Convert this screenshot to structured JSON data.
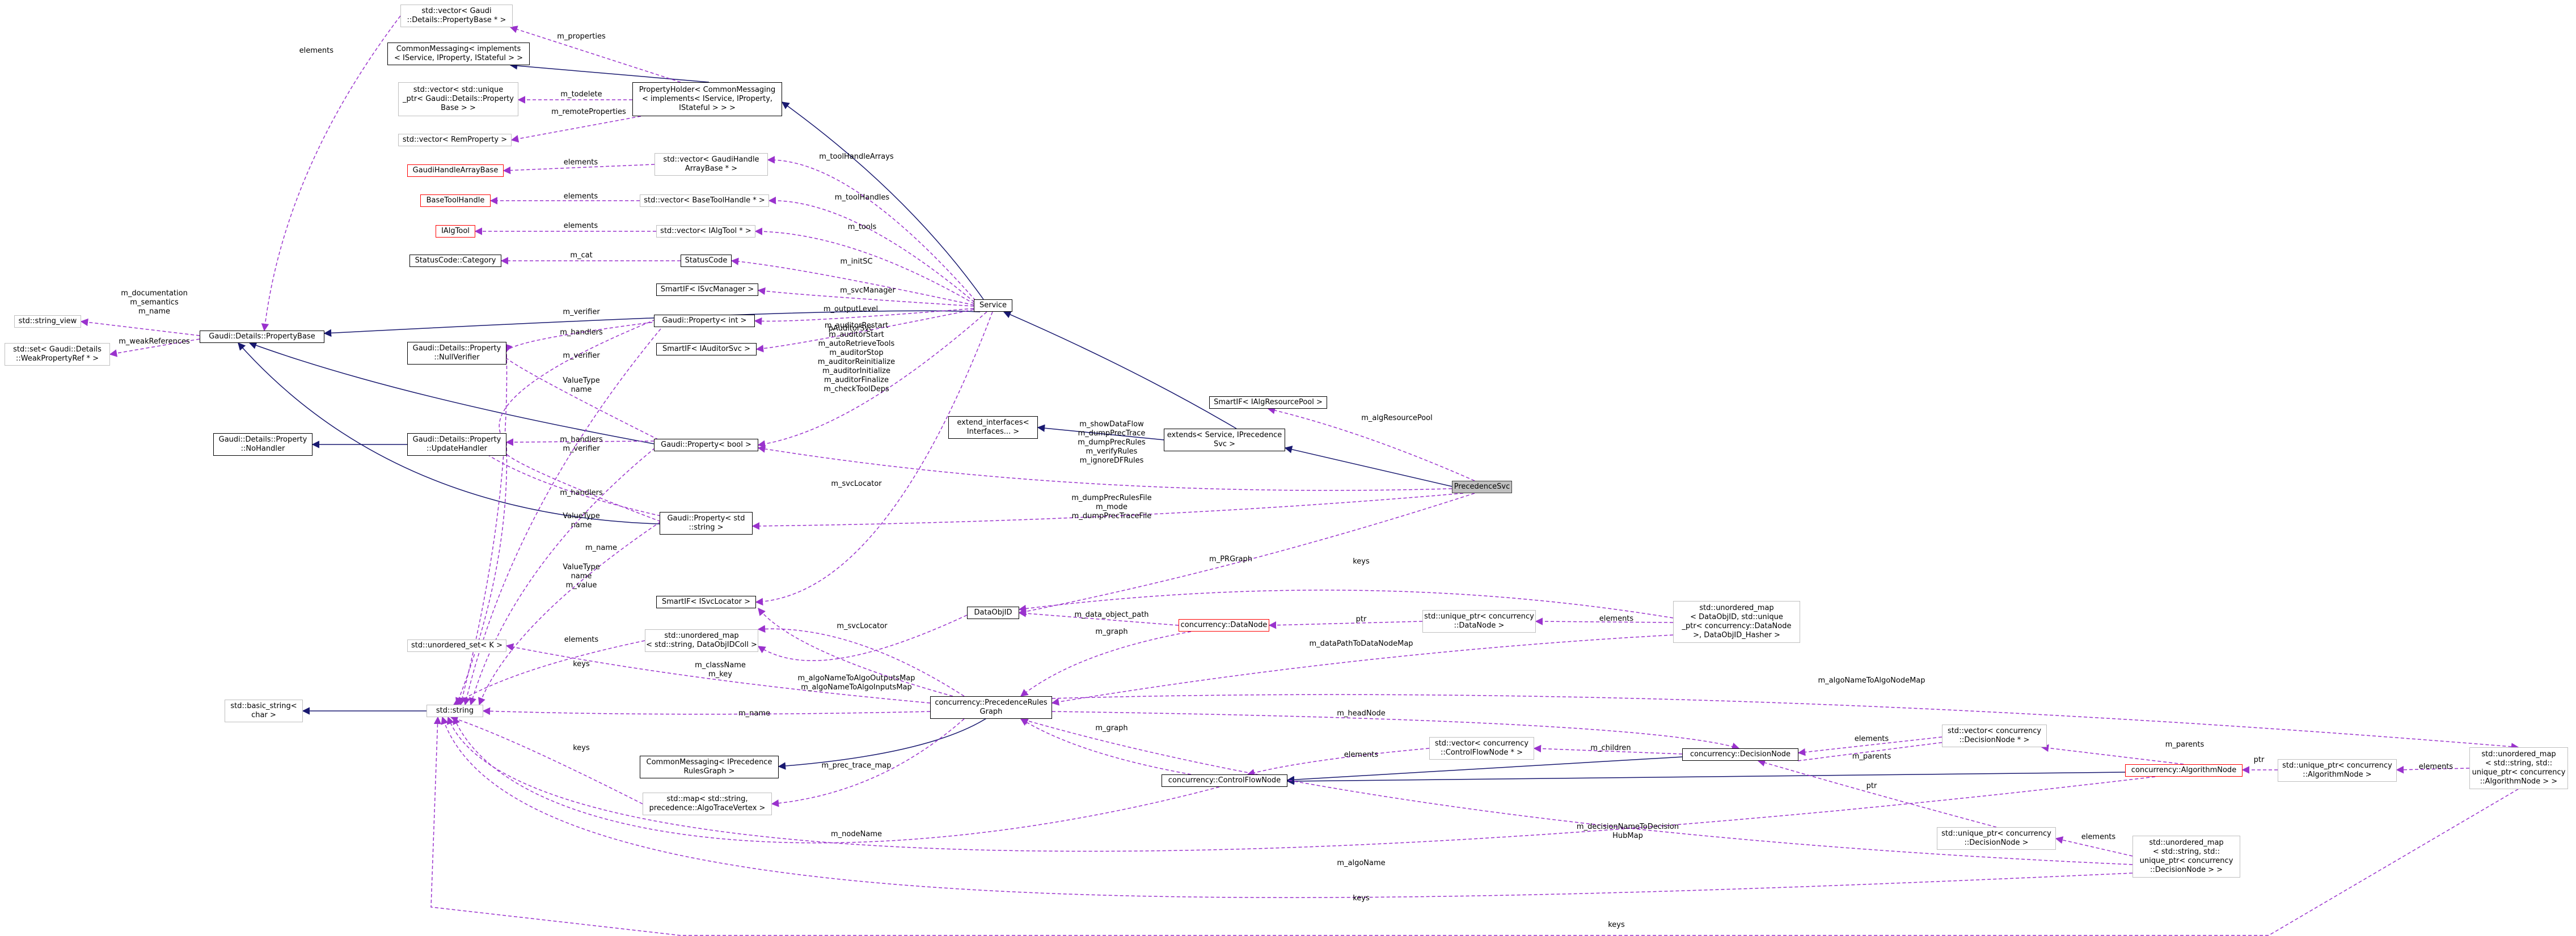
{
  "nodes": {
    "n_vec_propbase": {
      "lines": [
        "std::vector< Gaudi",
        "::Details::PropertyBase * >"
      ],
      "style": "gray"
    },
    "n_cm_impl": {
      "lines": [
        "CommonMessaging< implements",
        "< IService, IProperty, IStateful > >"
      ],
      "style": "black"
    },
    "n_vec_uniq_prop": {
      "lines": [
        "std::vector< std::unique",
        "_ptr< Gaudi::Details::Property",
        "Base > >"
      ],
      "style": "gray"
    },
    "n_propholder": {
      "lines": [
        "PropertyHolder< CommonMessaging",
        "< implements< IService, IProperty,",
        "IStateful > > >"
      ],
      "style": "black"
    },
    "n_vec_remprop": {
      "lines": [
        "std::vector< RemProperty >"
      ],
      "style": "gray"
    },
    "n_gha_base": {
      "lines": [
        "GaudiHandleArrayBase"
      ],
      "style": "red"
    },
    "n_vec_gha": {
      "lines": [
        "std::vector< GaudiHandle",
        "ArrayBase * >"
      ],
      "style": "gray"
    },
    "n_basetoolhandle": {
      "lines": [
        "BaseToolHandle"
      ],
      "style": "red"
    },
    "n_vec_bth": {
      "lines": [
        "std::vector< BaseToolHandle * >"
      ],
      "style": "gray"
    },
    "n_ialgtool": {
      "lines": [
        "IAlgTool"
      ],
      "style": "red"
    },
    "n_vec_ialgtool": {
      "lines": [
        "std::vector< IAlgTool * >"
      ],
      "style": "gray"
    },
    "n_statuscode_cat": {
      "lines": [
        "StatusCode::Category"
      ],
      "style": "black"
    },
    "n_statuscode": {
      "lines": [
        "StatusCode"
      ],
      "style": "black"
    },
    "n_smartif_svcmgr": {
      "lines": [
        "SmartIF< ISvcManager >"
      ],
      "style": "black"
    },
    "n_service": {
      "lines": [
        "Service"
      ],
      "style": "black"
    },
    "n_string_view": {
      "lines": [
        "std::string_view"
      ],
      "style": "gray"
    },
    "n_propertybase": {
      "lines": [
        "Gaudi::Details::PropertyBase"
      ],
      "style": "black"
    },
    "n_set_weakref": {
      "lines": [
        "std::set< Gaudi::Details",
        "::WeakPropertyRef * >"
      ],
      "style": "gray"
    },
    "n_nullverifier": {
      "lines": [
        "Gaudi::Details::Property",
        "::NullVerifier"
      ],
      "style": "black"
    },
    "n_prop_int": {
      "lines": [
        "Gaudi::Property< int >"
      ],
      "style": "black"
    },
    "n_smartif_auditor": {
      "lines": [
        "SmartIF< IAuditorSvc >"
      ],
      "style": "black"
    },
    "n_smartif_resource": {
      "lines": [
        "SmartIF< IAlgResourcePool >"
      ],
      "style": "black"
    },
    "n_nohandler": {
      "lines": [
        "Gaudi::Details::Property",
        "::NoHandler"
      ],
      "style": "black"
    },
    "n_updatehandler": {
      "lines": [
        "Gaudi::Details::Property",
        "::UpdateHandler"
      ],
      "style": "black"
    },
    "n_prop_bool": {
      "lines": [
        "Gaudi::Property< bool >"
      ],
      "style": "black"
    },
    "n_extend_ifaces": {
      "lines": [
        "extend_interfaces<",
        "Interfaces... >"
      ],
      "style": "black"
    },
    "n_extends": {
      "lines": [
        "extends< Service, IPrecedence",
        "Svc >"
      ],
      "style": "black"
    },
    "n_precsvc": {
      "lines": [
        "PrecedenceSvc"
      ],
      "style": "focus"
    },
    "n_prop_string": {
      "lines": [
        "Gaudi::Property< std",
        "::string >"
      ],
      "style": "black"
    },
    "n_smartif_locator": {
      "lines": [
        "SmartIF< ISvcLocator >"
      ],
      "style": "black"
    },
    "n_dataobjid": {
      "lines": [
        "DataObjID"
      ],
      "style": "black"
    },
    "n_datanode": {
      "lines": [
        "concurrency::DataNode"
      ],
      "style": "red"
    },
    "n_uniq_datanode": {
      "lines": [
        "std::unique_ptr< concurrency",
        "::DataNode >"
      ],
      "style": "gray"
    },
    "n_umap_datanode": {
      "lines": [
        "std::unordered_map",
        "< DataObjID, std::unique",
        "_ptr< concurrency::DataNode",
        ">, DataObjID_Hasher >"
      ],
      "style": "gray"
    },
    "n_uset_k": {
      "lines": [
        "std::unordered_set< K >"
      ],
      "style": "gray"
    },
    "n_umap_string_coll": {
      "lines": [
        "std::unordered_map",
        "< std::string, DataObjIDColl >"
      ],
      "style": "gray"
    },
    "n_basic_string": {
      "lines": [
        "std::basic_string<",
        "char >"
      ],
      "style": "gray"
    },
    "n_string": {
      "lines": [
        "std::string"
      ],
      "style": "gray"
    },
    "n_rules_graph": {
      "lines": [
        "concurrency::PrecedenceRules",
        "Graph"
      ],
      "style": "black"
    },
    "n_vec_cfn": {
      "lines": [
        "std::vector< concurrency",
        "::ControlFlowNode * >"
      ],
      "style": "gray"
    },
    "n_decisionnode": {
      "lines": [
        "concurrency::DecisionNode"
      ],
      "style": "black"
    },
    "n_vec_decnode": {
      "lines": [
        "std::vector< concurrency",
        "::DecisionNode * >"
      ],
      "style": "gray"
    },
    "n_algorithmnode": {
      "lines": [
        "concurrency::AlgorithmNode"
      ],
      "style": "red"
    },
    "n_uniq_algnode": {
      "lines": [
        "std::unique_ptr< concurrency",
        "::AlgorithmNode >"
      ],
      "style": "gray"
    },
    "n_umap_algnode": {
      "lines": [
        "std::unordered_map",
        "< std::string, std::",
        "unique_ptr< concurrency",
        "::AlgorithmNode > >"
      ],
      "style": "gray"
    },
    "n_cm_rules": {
      "lines": [
        "CommonMessaging< IPrecedence",
        "RulesGraph >"
      ],
      "style": "black"
    },
    "n_controlflownode": {
      "lines": [
        "concurrency::ControlFlowNode"
      ],
      "style": "black"
    },
    "n_map_vertex": {
      "lines": [
        "std::map< std::string,",
        "precedence::AlgoTraceVertex >"
      ],
      "style": "gray"
    },
    "n_uniq_decnode": {
      "lines": [
        "std::unique_ptr< concurrency",
        "::DecisionNode >"
      ],
      "style": "gray"
    },
    "n_umap_decnode": {
      "lines": [
        "std::unordered_map",
        "< std::string, std::",
        "unique_ptr< concurrency",
        "::DecisionNode > >"
      ],
      "style": "gray"
    }
  },
  "edge_labels": {
    "l_elements_1": [
      "elements"
    ],
    "l_properties": [
      "m_properties"
    ],
    "l_todelete": [
      "m_todelete"
    ],
    "l_remoteprops": [
      "m_remoteProperties"
    ],
    "l_elements_2": [
      "elements"
    ],
    "l_toolhandlearrays": [
      "m_toolHandleArrays"
    ],
    "l_elements_3": [
      "elements"
    ],
    "l_toolhandles": [
      "m_toolHandles"
    ],
    "l_elements_4": [
      "elements"
    ],
    "l_tools": [
      "m_tools"
    ],
    "l_cat": [
      "m_cat"
    ],
    "l_initsc": [
      "m_initSC"
    ],
    "l_svcmanager": [
      "m_svcManager"
    ],
    "l_doc": [
      "m_documentation",
      "m_semantics",
      "m_name"
    ],
    "l_weakrefs": [
      "m_weakReferences"
    ],
    "l_outputlevel": [
      "m_outputLevel"
    ],
    "l_verifier_1": [
      "m_verifier"
    ],
    "l_handlers_1": [
      "m_handlers"
    ],
    "l_pauditorsvc": [
      "pAuditorSvc"
    ],
    "l_verifier_2": [
      "m_verifier"
    ],
    "l_valuetype_1": [
      "ValueType",
      "name"
    ],
    "l_auditor_flags": [
      "m_auditorRestart",
      "m_auditorStart",
      "m_autoRetrieveTools",
      "m_auditorStop",
      "m_auditorReinitialize",
      "m_auditorInitialize",
      "m_auditorFinalize",
      "m_checkToolDeps"
    ],
    "l_algresourcepool": [
      "m_algResourcePool"
    ],
    "l_handlers_2": [
      "m_handlers"
    ],
    "l_verifier_3": [
      "m_verifier"
    ],
    "l_show_flags": [
      "m_showDataFlow",
      "m_dumpPrecTrace",
      "m_dumpPrecRules",
      "m_verifyRules",
      "m_ignoreDFRules"
    ],
    "l_svclocator_1": [
      "m_svcLocator"
    ],
    "l_handlers_3": [
      "m_handlers"
    ],
    "l_valuetype_2": [
      "ValueType",
      "name"
    ],
    "l_dump_file": [
      "m_dumpPrecRulesFile",
      "m_mode",
      "m_dumpPrecTraceFile"
    ],
    "l_name_1": [
      "m_name"
    ],
    "l_valuetype_3": [
      "ValueType",
      "name",
      "m_value"
    ],
    "l_prgraph": [
      "m_PRGraph"
    ],
    "l_keys_1": [
      "keys"
    ],
    "l_elements_5": [
      "elements"
    ],
    "l_ptr_1": [
      "ptr"
    ],
    "l_data_object_path": [
      "m_data_object_path"
    ],
    "l_graph_1": [
      "m_graph"
    ],
    "l_svclocator_2": [
      "m_svcLocator"
    ],
    "l_datapath_map": [
      "m_dataPathToDataNodeMap"
    ],
    "l_elements_6": [
      "elements"
    ],
    "l_keys_2": [
      "keys"
    ],
    "l_classname": [
      "m_className",
      "m_key"
    ],
    "l_outputs_inputs": [
      "m_algoNameToAlgoOutputsMap",
      "m_algoNameToAlgoInputsMap"
    ],
    "l_algonode_map": [
      "m_algoNameToAlgoNodeMap"
    ],
    "l_name_2": [
      "m_name"
    ],
    "l_headnode": [
      "m_headNode"
    ],
    "l_elements_7": [
      "elements"
    ],
    "l_children": [
      "m_children"
    ],
    "l_elements_8": [
      "elements"
    ],
    "l_parents_1": [
      "m_parents"
    ],
    "l_parents_2": [
      "m_parents"
    ],
    "l_ptr_2": [
      "ptr"
    ],
    "l_elements_9": [
      "elements"
    ],
    "l_graph_2": [
      "m_graph"
    ],
    "l_keys_3": [
      "keys"
    ],
    "l_prec_trace_map": [
      "m_prec_trace_map"
    ],
    "l_ptr_3": [
      "ptr"
    ],
    "l_elements_10": [
      "elements"
    ],
    "l_dec_hub_map": [
      "m_decisionNameToDecision",
      "HubMap"
    ],
    "l_nodename": [
      "m_nodeName"
    ],
    "l_alganame": [
      "m_algoName"
    ],
    "l_keys_4": [
      "keys"
    ],
    "l_keys_5": [
      "keys"
    ]
  },
  "colors": {
    "inheritance": "#191970",
    "usage": "#9a32cd",
    "black_border": "#000000",
    "gray_border": "#bfbfbf",
    "red_border": "#ff0000",
    "focus_fill": "#bfbfbf"
  }
}
